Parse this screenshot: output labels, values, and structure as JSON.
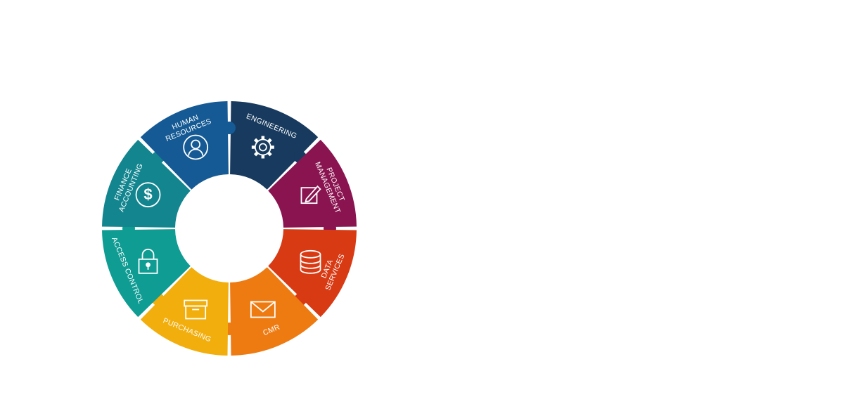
{
  "segments": [
    {
      "id": "engineering",
      "label_lines": [
        "ENGINEERING"
      ],
      "icon": "gear-icon",
      "color": "#173a5e"
    },
    {
      "id": "project-management",
      "label_lines": [
        "PROJECT",
        "MANAGEMENT"
      ],
      "icon": "edit-icon",
      "color": "#8a1450"
    },
    {
      "id": "data-services",
      "label_lines": [
        "DATA",
        "SERVICES"
      ],
      "icon": "database-icon",
      "color": "#d83a14"
    },
    {
      "id": "cmr",
      "label_lines": [
        "CMR"
      ],
      "icon": "envelope-icon",
      "color": "#ee7b12"
    },
    {
      "id": "purchasing",
      "label_lines": [
        "PURCHASING"
      ],
      "icon": "box-icon",
      "color": "#f2ae0d"
    },
    {
      "id": "access-control",
      "label_lines": [
        "ACCESS CONTROL"
      ],
      "icon": "lock-icon",
      "color": "#0f9c93"
    },
    {
      "id": "finance-accounting",
      "label_lines": [
        "FINANCE",
        "ACCOUNTING"
      ],
      "icon": "dollar-icon",
      "color": "#13858f"
    },
    {
      "id": "human-resources",
      "label_lines": [
        "HUMAN",
        "RESOURCES"
      ],
      "icon": "user-icon",
      "color": "#155a94"
    }
  ]
}
